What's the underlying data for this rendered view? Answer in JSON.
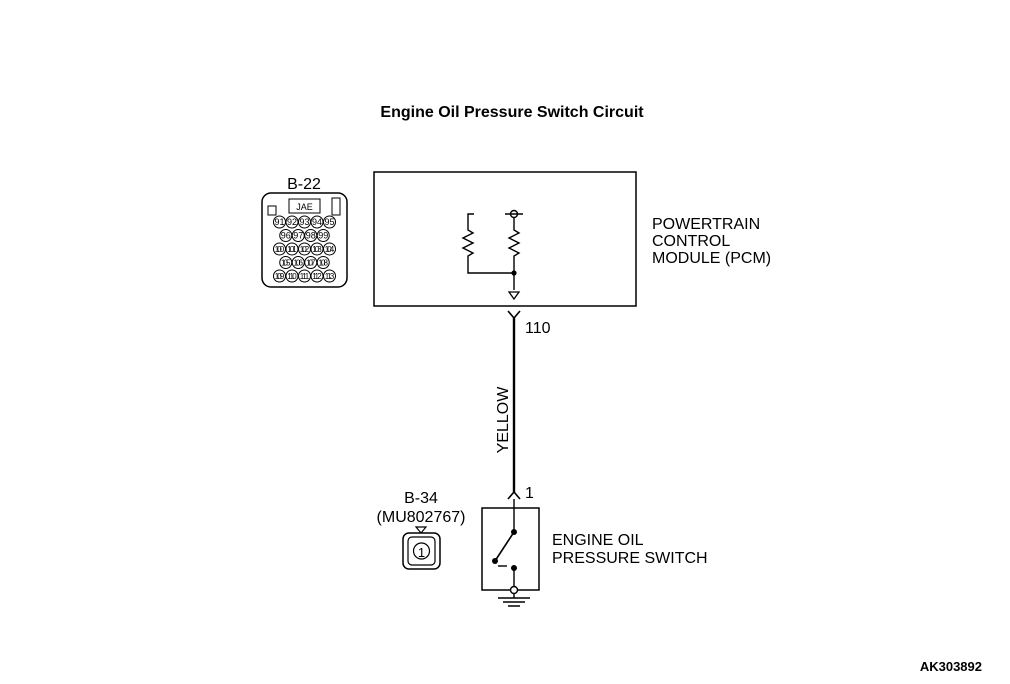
{
  "title": "Engine Oil Pressure Switch Circuit",
  "pcm": {
    "label_lines": [
      "POWERTRAIN",
      "CONTROL",
      "MODULE (PCM)"
    ],
    "terminal": "110"
  },
  "wire": {
    "color_label": "YELLOW"
  },
  "connector_b22": {
    "id": "B-22",
    "maker": "JAE",
    "pin_rows": [
      [
        "91",
        "92",
        "93",
        "94",
        "95"
      ],
      [
        "96",
        "97",
        "98",
        "99"
      ],
      [
        "100",
        "101",
        "102",
        "103",
        "104"
      ],
      [
        "105",
        "106",
        "107",
        "108"
      ],
      [
        "109",
        "110",
        "111",
        "112",
        "113"
      ]
    ]
  },
  "switch": {
    "label_lines": [
      "ENGINE OIL",
      "PRESSURE SWITCH"
    ],
    "terminal": "1"
  },
  "connector_b34": {
    "id": "B-34",
    "part": "(MU802767)",
    "pin": "1"
  },
  "figure_ref": "AK303892"
}
